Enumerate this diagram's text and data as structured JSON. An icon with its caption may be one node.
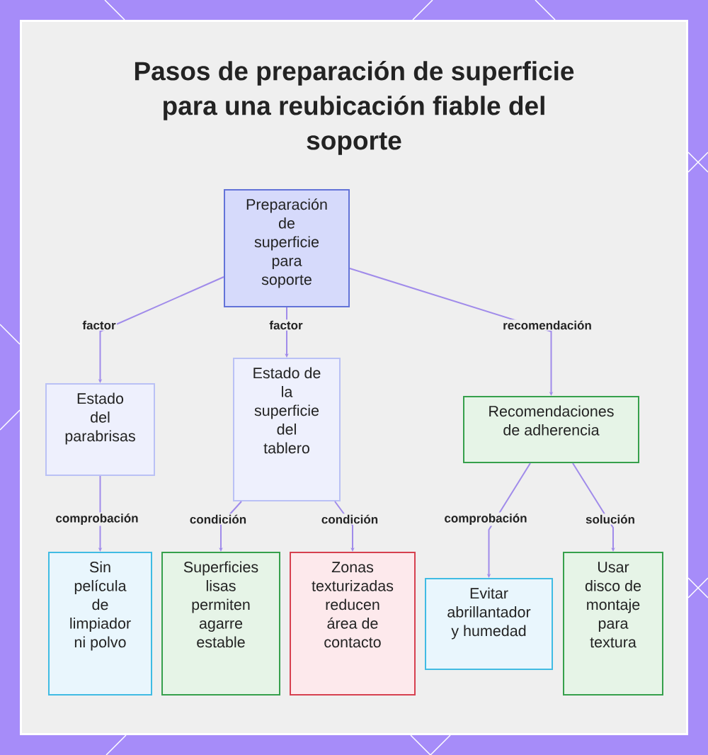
{
  "diagram": {
    "title": "Pasos de preparación de superficie para una reubicación fiable del soporte",
    "nodes": [
      {
        "text": [
          "Preparación de superficie para soporte"
        ]
      },
      {
        "text": [
          "Estado del parabrisas"
        ]
      },
      {
        "text": [
          "Estado de la superficie del tablero"
        ]
      },
      {
        "text": [
          "Recomendaciones de adherencia"
        ]
      },
      {
        "text": [
          "Sin película de limpiador ni polvo"
        ]
      },
      {
        "text": [
          "Superficies lisas permiten agarre estable"
        ]
      },
      {
        "text": [
          "Zonas texturizadas reducen área de contacto"
        ]
      },
      {
        "text": [
          "Evitar abrillantador y humedad"
        ]
      },
      {
        "text": [
          "Usar disco de montaje para textura"
        ]
      }
    ],
    "edges": [
      {
        "from": 0,
        "to": 1,
        "arrow": "to",
        "label": "factor"
      },
      {
        "from": 0,
        "to": 2,
        "arrow": "to",
        "label": "factor"
      },
      {
        "from": 0,
        "to": 3,
        "arrow": "to",
        "label": "recomendación"
      },
      {
        "from": 1,
        "to": 4,
        "arrow": "to",
        "label": "comprobación"
      },
      {
        "from": 2,
        "to": 5,
        "arrow": "to",
        "label": "condición"
      },
      {
        "from": 2,
        "to": 6,
        "arrow": "to",
        "label": "condición"
      },
      {
        "from": 3,
        "to": 7,
        "arrow": "to",
        "label": "comprobación"
      },
      {
        "from": 3,
        "to": 8,
        "arrow": "to",
        "label": "solución"
      }
    ]
  }
}
